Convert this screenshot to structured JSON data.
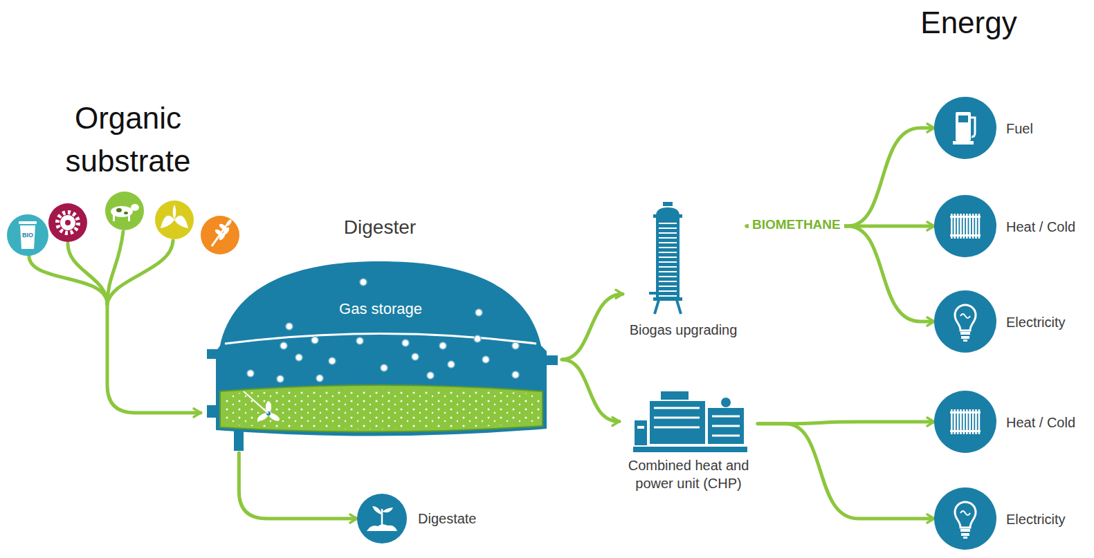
{
  "diagram": {
    "nodes": [
      {
        "text": [
          "BIO"
        ]
      },
      {
        "text": [
          "Digester",
          "Gas storage"
        ]
      },
      {
        "text": [
          "Biogas upgrading"
        ]
      },
      {
        "text": [
          "Combined heat and power unit (CHP)"
        ]
      },
      {
        "text": [
          "Digestate"
        ]
      },
      {
        "text": [
          "Fuel"
        ]
      },
      {
        "text": [
          "Heat / Cold"
        ]
      },
      {
        "text": [
          "Electricity"
        ]
      },
      {
        "text": [
          "Heat / Cold"
        ]
      },
      {
        "text": [
          "Electricity"
        ]
      }
    ],
    "edges": [
      {
        "from": 0,
        "to": 1,
        "arrow": "to"
      },
      {
        "from": 1,
        "to": 2,
        "arrow": "to"
      },
      {
        "from": 1,
        "to": 3,
        "arrow": "to"
      },
      {
        "from": 1,
        "to": 4,
        "arrow": "to"
      },
      {
        "from": 2,
        "to": 5,
        "arrow": "to"
      },
      {
        "from": 2,
        "to": 6,
        "label": "BIOMETHANE",
        "arrow": "to"
      },
      {
        "from": 2,
        "to": 7,
        "arrow": "to"
      },
      {
        "from": 3,
        "to": 8,
        "arrow": "to"
      },
      {
        "from": 3,
        "to": 9,
        "arrow": "to"
      }
    ],
    "labels": [
      "Energy",
      "Organic substrate"
    ]
  }
}
